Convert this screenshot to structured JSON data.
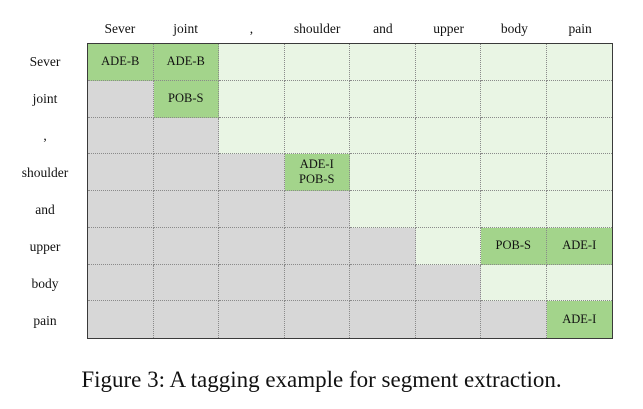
{
  "figure": {
    "column_tokens": [
      "Sever",
      "joint",
      ",",
      "shoulder",
      "and",
      "upper",
      "body",
      "pain"
    ],
    "row_tokens": [
      "Sever",
      "joint",
      ",",
      "shoulder",
      "and",
      "upper",
      "body",
      "pain"
    ],
    "tags": [
      {
        "row": 0,
        "col": 0,
        "lines": [
          "ADE-B"
        ]
      },
      {
        "row": 0,
        "col": 1,
        "lines": [
          "ADE-B"
        ]
      },
      {
        "row": 1,
        "col": 1,
        "lines": [
          "POB-S"
        ]
      },
      {
        "row": 3,
        "col": 3,
        "lines": [
          "ADE-I",
          "POB-S"
        ]
      },
      {
        "row": 5,
        "col": 6,
        "lines": [
          "POB-S"
        ]
      },
      {
        "row": 5,
        "col": 7,
        "lines": [
          "ADE-I"
        ]
      },
      {
        "row": 7,
        "col": 7,
        "lines": [
          "ADE-I"
        ]
      }
    ],
    "caption": "Figure 3: A tagging example for segment extraction."
  },
  "colors": {
    "lower_triangle": "#d7d7d7",
    "upper_triangle": "#e9f5e4",
    "tagged_cell": "#a3d48b",
    "grid_border": "#3a3a3a"
  }
}
